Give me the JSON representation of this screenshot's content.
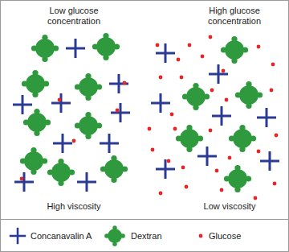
{
  "diagram": {
    "labels": [
      "Low glucose concentration",
      "High glucose concentration",
      "High viscosity",
      "Low viscosity"
    ],
    "legend": [
      {
        "text": "Concanavalin A"
      },
      {
        "text": "Dextran"
      },
      {
        "text": "Glucose"
      }
    ]
  }
}
